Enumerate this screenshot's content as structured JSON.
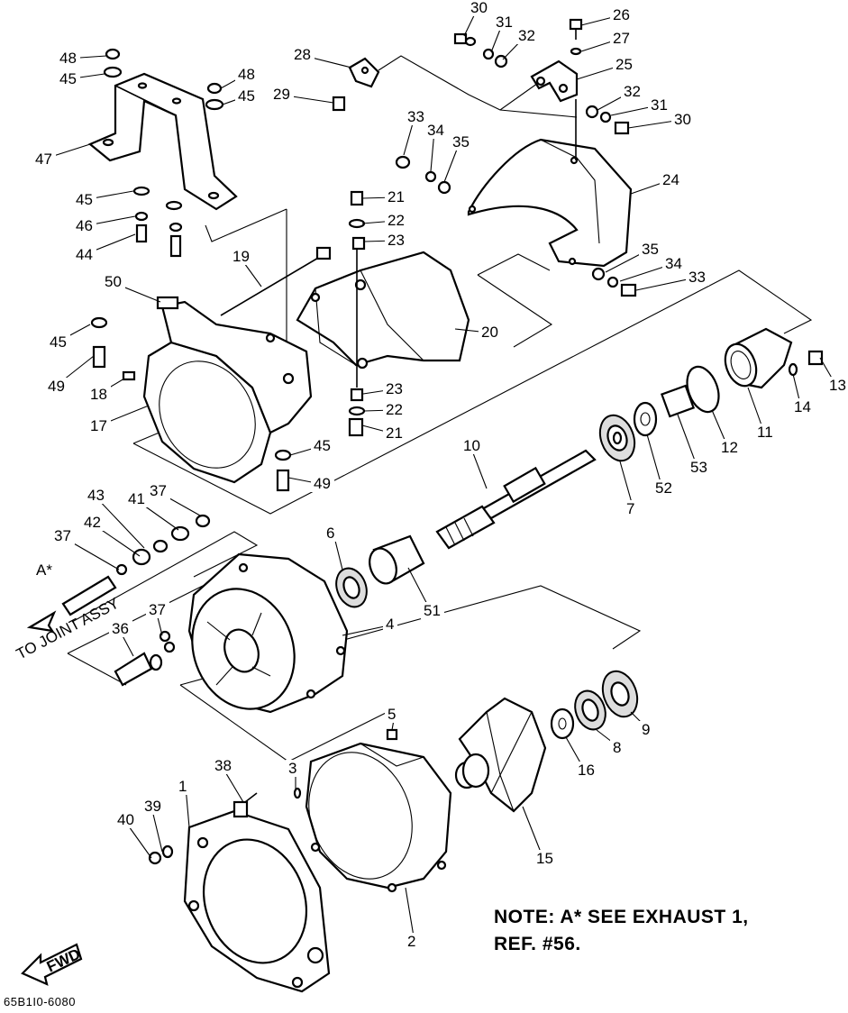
{
  "diagram": {
    "note_line1": "NOTE: A* SEE EXHAUST 1,",
    "note_line2": "REF. #56.",
    "drawing_code": "65B1I0-6080",
    "joint_label": "TO JOINT ASSY",
    "ref_label": "A*",
    "fwd_label": "FWD",
    "labels": [
      {
        "id": "30a",
        "text": "30"
      },
      {
        "id": "31a",
        "text": "31"
      },
      {
        "id": "32a",
        "text": "32"
      },
      {
        "id": "26",
        "text": "26"
      },
      {
        "id": "27",
        "text": "27"
      },
      {
        "id": "25",
        "text": "25"
      },
      {
        "id": "28",
        "text": "28"
      },
      {
        "id": "29",
        "text": "29"
      },
      {
        "id": "32b",
        "text": "32"
      },
      {
        "id": "31b",
        "text": "31"
      },
      {
        "id": "30b",
        "text": "30"
      },
      {
        "id": "48a",
        "text": "48"
      },
      {
        "id": "45a",
        "text": "45"
      },
      {
        "id": "48b",
        "text": "48"
      },
      {
        "id": "45b",
        "text": "45"
      },
      {
        "id": "47",
        "text": "47"
      },
      {
        "id": "33a",
        "text": "33"
      },
      {
        "id": "34a",
        "text": "34"
      },
      {
        "id": "35a",
        "text": "35"
      },
      {
        "id": "24",
        "text": "24"
      },
      {
        "id": "45c",
        "text": "45"
      },
      {
        "id": "46",
        "text": "46"
      },
      {
        "id": "44",
        "text": "44"
      },
      {
        "id": "21a",
        "text": "21"
      },
      {
        "id": "22a",
        "text": "22"
      },
      {
        "id": "23a",
        "text": "23"
      },
      {
        "id": "19",
        "text": "19"
      },
      {
        "id": "35b",
        "text": "35"
      },
      {
        "id": "34b",
        "text": "34"
      },
      {
        "id": "33b",
        "text": "33"
      },
      {
        "id": "50",
        "text": "50"
      },
      {
        "id": "20",
        "text": "20"
      },
      {
        "id": "45d",
        "text": "45"
      },
      {
        "id": "49a",
        "text": "49"
      },
      {
        "id": "18",
        "text": "18"
      },
      {
        "id": "17",
        "text": "17"
      },
      {
        "id": "13",
        "text": "13"
      },
      {
        "id": "14",
        "text": "14"
      },
      {
        "id": "11",
        "text": "11"
      },
      {
        "id": "23b",
        "text": "23"
      },
      {
        "id": "22b",
        "text": "22"
      },
      {
        "id": "21b",
        "text": "21"
      },
      {
        "id": "12",
        "text": "12"
      },
      {
        "id": "53",
        "text": "53"
      },
      {
        "id": "52",
        "text": "52"
      },
      {
        "id": "7",
        "text": "7"
      },
      {
        "id": "45e",
        "text": "45"
      },
      {
        "id": "49b",
        "text": "49"
      },
      {
        "id": "10",
        "text": "10"
      },
      {
        "id": "43",
        "text": "43"
      },
      {
        "id": "41",
        "text": "41"
      },
      {
        "id": "37a",
        "text": "37"
      },
      {
        "id": "42",
        "text": "42"
      },
      {
        "id": "37b",
        "text": "37"
      },
      {
        "id": "6",
        "text": "6"
      },
      {
        "id": "51",
        "text": "51"
      },
      {
        "id": "4",
        "text": "4"
      },
      {
        "id": "37c",
        "text": "37"
      },
      {
        "id": "36",
        "text": "36"
      },
      {
        "id": "9",
        "text": "9"
      },
      {
        "id": "8",
        "text": "8"
      },
      {
        "id": "16",
        "text": "16"
      },
      {
        "id": "5",
        "text": "5"
      },
      {
        "id": "3",
        "text": "3"
      },
      {
        "id": "38",
        "text": "38"
      },
      {
        "id": "1",
        "text": "1"
      },
      {
        "id": "39",
        "text": "39"
      },
      {
        "id": "40",
        "text": "40"
      },
      {
        "id": "15",
        "text": "15"
      },
      {
        "id": "2",
        "text": "2"
      }
    ]
  }
}
